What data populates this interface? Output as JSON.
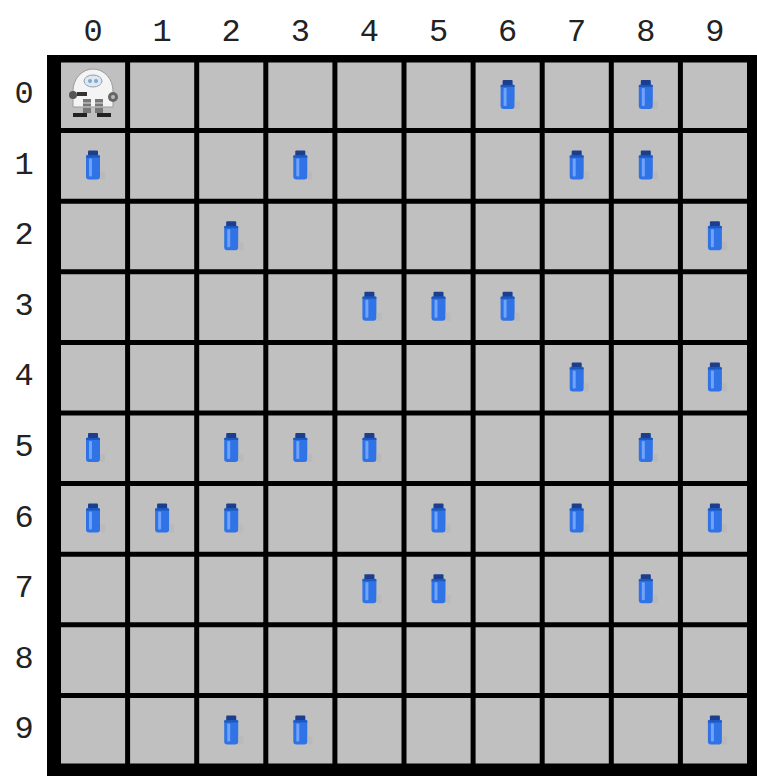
{
  "diagram": {
    "labels": [
      "0",
      "1",
      "2",
      "3",
      "4",
      "5",
      "6",
      "7",
      "8",
      "9",
      "0",
      "1",
      "2",
      "3",
      "4",
      "5",
      "6",
      "7",
      "8",
      "9"
    ]
  }
}
